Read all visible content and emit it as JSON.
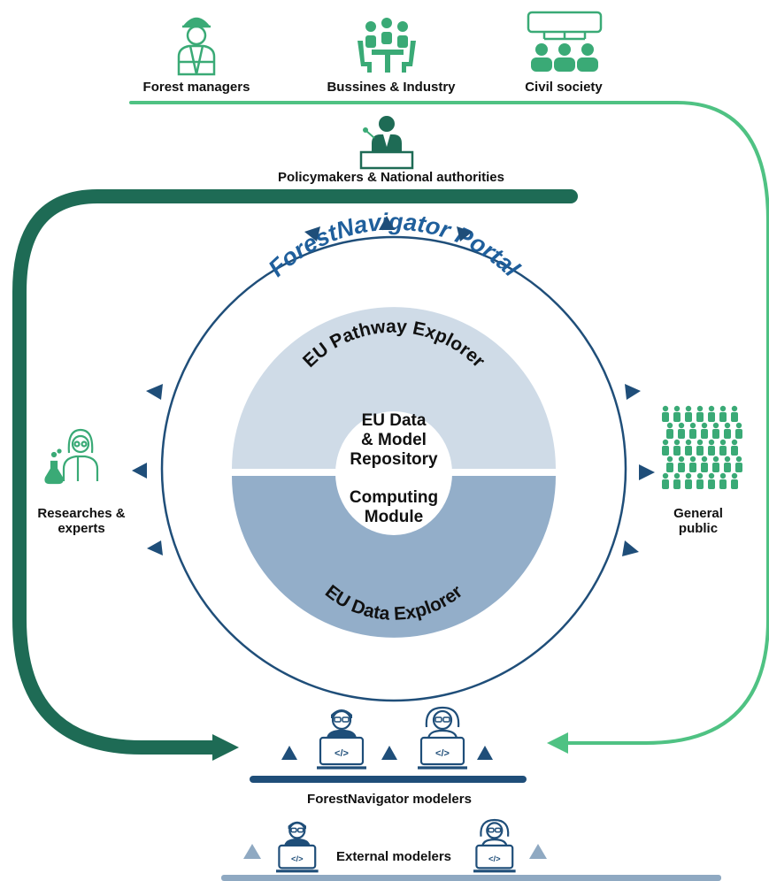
{
  "colors": {
    "navy": "#1f4e79",
    "dark_green": "#1e6b55",
    "light_green": "#4fc283",
    "icon_green": "#3aaa76",
    "light_band": "#cfdbe7",
    "dark_band": "#93aec9",
    "light_triangle": "#8fa9c2"
  },
  "stakeholders": {
    "forest_managers": "Forest managers",
    "business_industry": "Bussines & Industry",
    "civil_society": "Civil society",
    "policymakers": "Policymakers & National authorities",
    "researchers": "Researches & experts",
    "general_public": "General public"
  },
  "portal": {
    "title": "ForestNavigator Portal",
    "pathway_explorer": "EU Pathway Explorer",
    "data_explorer": "EU Data Explorer",
    "repository": [
      "EU Data",
      "& Model",
      "Repository"
    ],
    "computing": [
      "Computing",
      "Module"
    ]
  },
  "modelers": {
    "forestnavigator": "ForestNavigator modelers",
    "external": "External modelers",
    "code_symbol": "</>"
  },
  "icons": {
    "forest_manager": "worker-icon",
    "business": "meeting-icon",
    "civil_society": "community-icon",
    "policymaker": "speaker-icon",
    "researcher": "scientist-icon",
    "public": "crowd-icon",
    "modeler": "developer-laptop-icon"
  }
}
